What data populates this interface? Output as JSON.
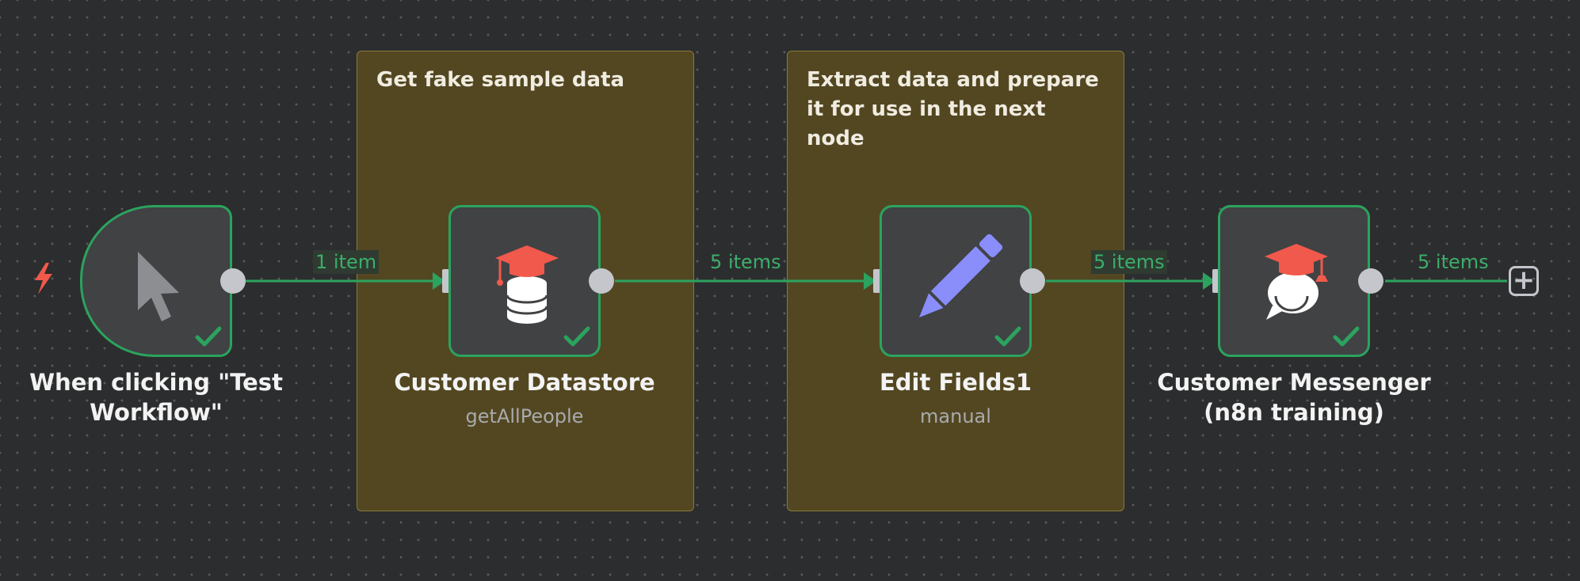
{
  "canvas": {
    "colors": {
      "background": "#2c2d2e",
      "grid_dot": "#57595c",
      "node_border_success": "#2ba35e",
      "edge_success": "#2ba35e",
      "sticky_background": "#534722",
      "accent_red": "#f0594b",
      "pencil_blue": "#8a8efb"
    }
  },
  "sticky_notes": [
    {
      "text": "Get fake sample data"
    },
    {
      "text": "Extract data and prepare it for use in the next node"
    }
  ],
  "nodes": [
    {
      "name": "When clicking \"Test Workflow\"",
      "subtitle": "",
      "icon": "cursor-pointer-icon",
      "status": "success"
    },
    {
      "name": "Customer Datastore",
      "subtitle": "getAllPeople",
      "icon": "database-graduation-cap-icon",
      "status": "success"
    },
    {
      "name": "Edit Fields1",
      "subtitle": "manual",
      "icon": "pencil-icon",
      "status": "success"
    },
    {
      "name": "Customer Messenger (n8n training)",
      "subtitle": "",
      "icon": "chat-bubble-graduation-cap-icon",
      "status": "success"
    }
  ],
  "connections": [
    {
      "label": "1 item"
    },
    {
      "label": "5 items"
    },
    {
      "label": "5 items"
    },
    {
      "label": "5 items"
    }
  ],
  "add_node": {
    "icon": "plus-icon",
    "label": "+"
  },
  "trigger_indicator": {
    "icon": "lightning-bolt-icon"
  }
}
